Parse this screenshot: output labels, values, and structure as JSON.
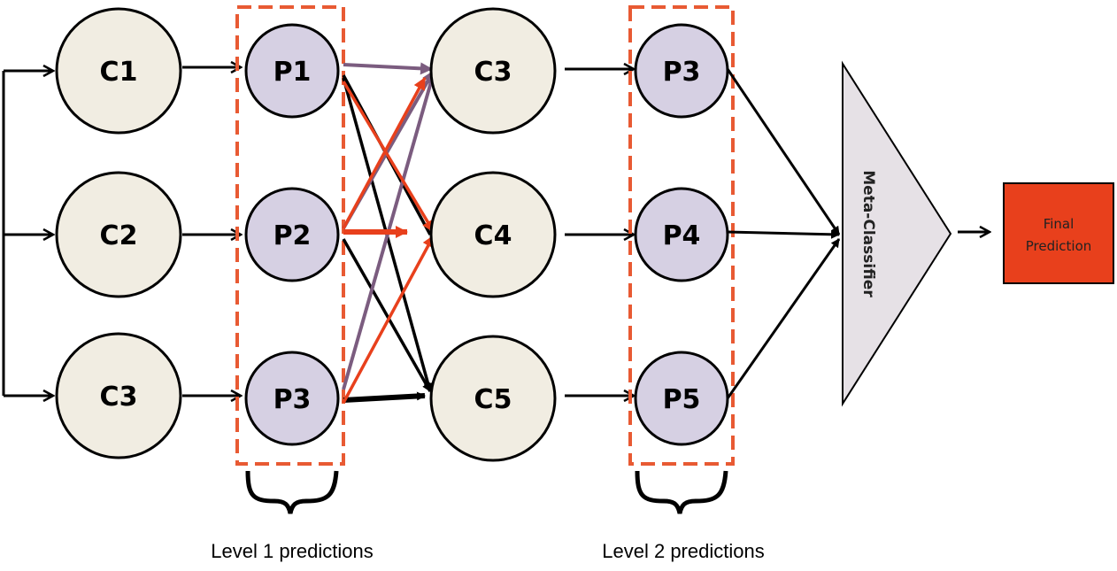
{
  "colors": {
    "classifier_fill": "#F1EDE2",
    "prediction_fill": "#D6D0E3",
    "dashed_box": "#E85A33",
    "edge_purple": "#7B5C7F",
    "edge_red": "#E8401C",
    "edge_black": "#000000",
    "meta_fill": "#E6E1E6",
    "final_fill": "#E8401C"
  },
  "level0_classifiers": [
    "C1",
    "C2",
    "C3"
  ],
  "level1_predictions": [
    "P1",
    "P2",
    "P3"
  ],
  "level2_classifiers": [
    "C3",
    "C4",
    "C5"
  ],
  "level2_predictions": [
    "P3",
    "P4",
    "P5"
  ],
  "meta_classifier": "Meta-Classifier",
  "final_prediction": [
    "Final",
    "Prediction"
  ],
  "captions": {
    "level1": "Level 1 predictions",
    "level2": "Level 2 predictions"
  }
}
